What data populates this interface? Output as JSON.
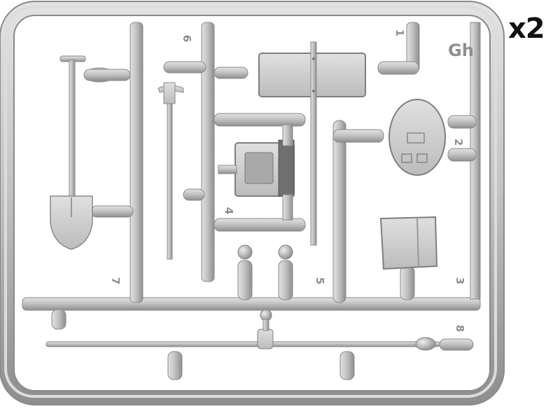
{
  "quantity_label": "x2",
  "sprue_letter": "Gh",
  "part_numbers": {
    "p1": "1",
    "p2": "2",
    "p3": "3",
    "p4": "4",
    "p5": "5",
    "p6": "6",
    "p7": "7",
    "p8": "8"
  },
  "colors": {
    "sprue": "#bdbdbd",
    "sprue_dark": "#8a8a8a",
    "part": "#c9c9c9",
    "background": "#ffffff",
    "text": "#111111"
  }
}
